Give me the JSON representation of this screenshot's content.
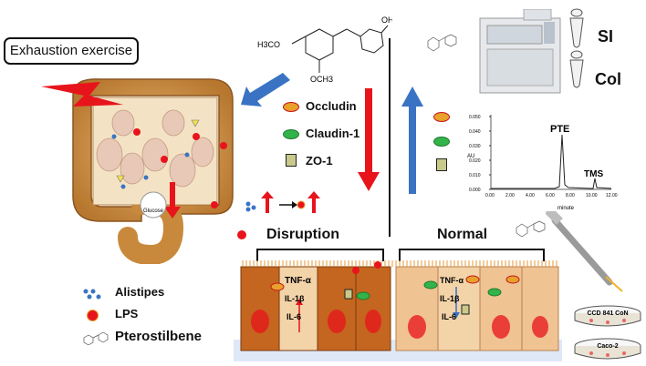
{
  "title": "Exhaustion exercise",
  "molecule": {
    "oh": "OH",
    "ome_top": "H3CO",
    "ome_bottom": "OCH3"
  },
  "legend_center": [
    {
      "name": "Occludin",
      "color": "#e8a12a"
    },
    {
      "name": "Claudin-1",
      "color": "#34b34a"
    },
    {
      "name": "ZO-1",
      "color": "#c9c98a"
    }
  ],
  "legend_left": [
    {
      "name": "Alistipes"
    },
    {
      "name": "LPS"
    },
    {
      "name": "Pterostilbene"
    }
  ],
  "colon_label": "Glucose",
  "sections": {
    "left": "Disruption",
    "right": "Normal"
  },
  "cytokines": [
    "TNF-α",
    "IL-1β",
    "IL-6"
  ],
  "samples": [
    "SI",
    "Col"
  ],
  "cells": [
    "CCD 841 CoN",
    "Caco-2"
  ],
  "chromatogram": {
    "peak1": "PTE",
    "peak2": "TMS",
    "ylabel": "AU",
    "xlabel": "minute",
    "yticks": [
      "0.050",
      "0.040",
      "0.030",
      "0.020",
      "0.010",
      "0.000"
    ],
    "xticks": [
      "0.00",
      "2.00",
      "4.00",
      "6.00",
      "8.00",
      "10.00",
      "12.00"
    ]
  },
  "colors": {
    "red": "#e8141b",
    "blue": "#3a73c4",
    "brown": "#c4661f",
    "tan": "#f3d3a8"
  }
}
